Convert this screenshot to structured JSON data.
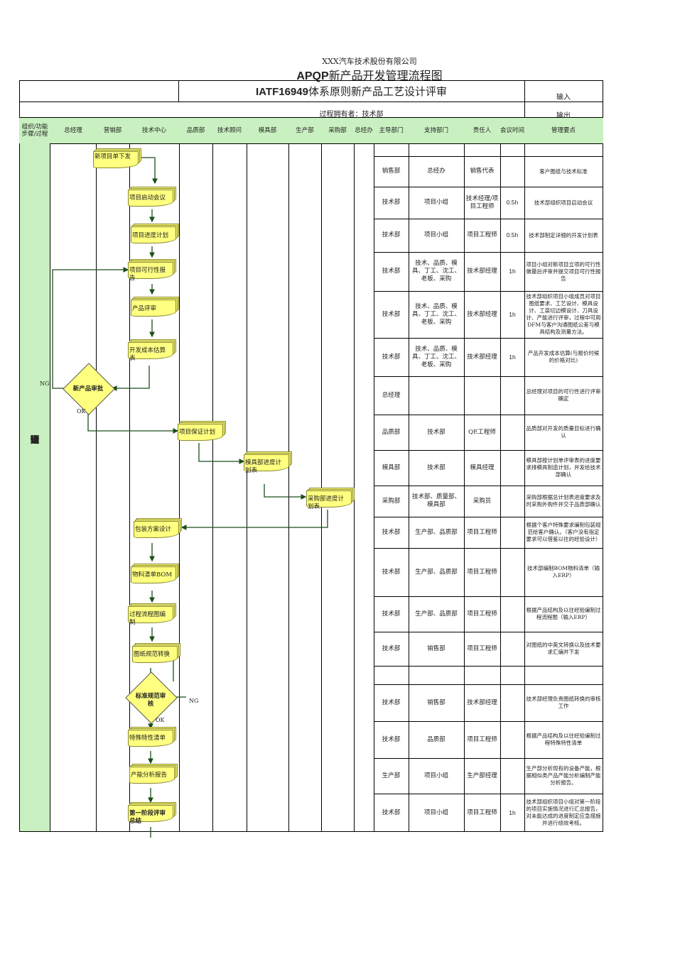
{
  "header": {
    "company": "XXX汽车技术股份有限公司",
    "title_prefix": "APQP",
    "title_rest": "新产品开发管理流程图",
    "sub_prefix": "IATF16949",
    "sub_rest": "体系原则新产品工艺设计评审",
    "input_label": "输入",
    "output_label": "输出",
    "owner": "过程拥有者：技术部"
  },
  "columns": {
    "func": "组织/功能\n步骤/过程",
    "gm": "总经理",
    "sales": "营销部",
    "tech": "技术中心",
    "quality": "品质部",
    "advisor": "技术顾问",
    "mold": "模具部",
    "prod": "生产部",
    "purchase": "采购部",
    "office": "总经办",
    "lead": "主导部门",
    "support": "支持部门",
    "owner": "责任人",
    "meeting": "会议时间",
    "key": "管理要点"
  },
  "phase_label": [
    "（",
    "1",
    "）",
    "计",
    "划",
    "于",
    "确",
    "定",
    "项",
    "目"
  ],
  "flow": {
    "n1": "新项目单下发",
    "n2": "项目启动会议",
    "n3": "项目进度计划",
    "n4": "项目可行性报告",
    "n5": "产品评审",
    "n6": "开发成本估算表",
    "d1": "新产品审批",
    "n7": "项目保证计划",
    "n8": "模具部进度计划表",
    "n9": "采购部进度计划表",
    "n10": "包装方案设计",
    "n11": "物料清单BOM",
    "n12": "过程流程图编制",
    "n13": "图纸规范转换",
    "d2": "标准规范审核",
    "n14": "特殊特性清单",
    "n15": "产能分析报告",
    "n16": "第一阶段评审总结",
    "ng": "NG",
    "ok": "OK"
  },
  "rows": [
    {
      "lead": "销售部",
      "support": "总经办",
      "owner": "销售代表",
      "time": "",
      "key": "客户图纸与技术标准"
    },
    {
      "lead": "技术部",
      "support": "项目小组",
      "owner": "技术经理/项目工程师",
      "time": "0.5h",
      "key": "技术部组织项目启动会议"
    },
    {
      "lead": "技术部",
      "support": "项目小组",
      "owner": "项目工程师",
      "time": "0.5h",
      "key": "技术部制定详细的开发计划表"
    },
    {
      "lead": "技术部",
      "support": "技术、品质、模具、丁工、沈工、老板、采购",
      "owner": "技术部经理",
      "time": "1h",
      "key": "项目小组对新项目立项的可行性做最后评审并提交项目可行性报告"
    },
    {
      "lead": "技术部",
      "support": "技术、品质、模具、丁工、沈工、老板、采购",
      "owner": "技术部经理",
      "time": "1h",
      "key": "技术部组织项目小组成员对项目图纸要求、工艺设计、模具设计、工装切边模设计、刀具设计、产能进行评审，过程中可用DFM与客户沟通图纸公差与模具结构及测量方法。"
    },
    {
      "lead": "技术部",
      "support": "技术、品质、模具、丁工、沈工、老板、采购",
      "owner": "技术部经理",
      "time": "1h",
      "key": "产品开发成本估算(与报价时候的价格对比)"
    },
    {
      "lead": "总经理",
      "support": "",
      "owner": "",
      "time": "",
      "key": "总经理对项目的可行性进行评审确定"
    },
    {
      "lead": "品质部",
      "support": "技术部",
      "owner": "QE工程师",
      "time": "",
      "key": "品质部对开发的质量目标进行确认"
    },
    {
      "lead": "模具部",
      "support": "技术部",
      "owner": "模具经理",
      "time": "",
      "key": "模具部按计划单评审表的进度要求排模具制造计划，并发给技术部确认"
    },
    {
      "lead": "采购部",
      "support": "技术部、质量部、模具部",
      "owner": "采购员",
      "time": "",
      "key": "采购部根据总计划表进度要求及时采购外购件并交于品质部确认"
    },
    {
      "lead": "技术部",
      "support": "生产部、品质部",
      "owner": "项目工程师",
      "time": "",
      "key": "根据个客户特殊要求编制包装规范给客户确认。（客户没有指定要求可以借鉴以往的经验设计）"
    },
    {
      "lead": "技术部",
      "support": "生产部、品质部",
      "owner": "项目工程师",
      "time": "",
      "key": "技术部编制BOM物料清单（输入ERP）"
    },
    {
      "lead": "技术部",
      "support": "生产部、品质部",
      "owner": "项目工程师",
      "time": "",
      "key": "根据产品结构及以往经验编制过程流程图（输入ERP）"
    },
    {
      "lead": "技术部",
      "support": "销售部",
      "owner": "项目工程师",
      "time": "",
      "key": "对图纸的中英文转换以及技术要求汇编并下发"
    },
    {
      "lead": "",
      "support": "",
      "owner": "",
      "time": "",
      "key": ""
    },
    {
      "lead": "技术部",
      "support": "销售部",
      "owner": "技术部经理",
      "time": "",
      "key": "技术部经理负责图纸转换的审核工作"
    },
    {
      "lead": "技术部",
      "support": "品质部",
      "owner": "项目工程师",
      "time": "",
      "key": "根据产品结构及以往经验编制过程特殊特性清单"
    },
    {
      "lead": "生产部",
      "support": "项目小组",
      "owner": "生产部经理",
      "time": "",
      "key": "生产部分析现有的设备产能，根据相似类产品产能分析编制产能分析报告。"
    },
    {
      "lead": "技术部",
      "support": "项目小组",
      "owner": "项目工程师",
      "time": "1h",
      "key": "技术部组织项目小组对第一阶段的项目实施情况进行汇总报告，对未能达成的进度制定应急措施并进行绩效考核。"
    }
  ]
}
